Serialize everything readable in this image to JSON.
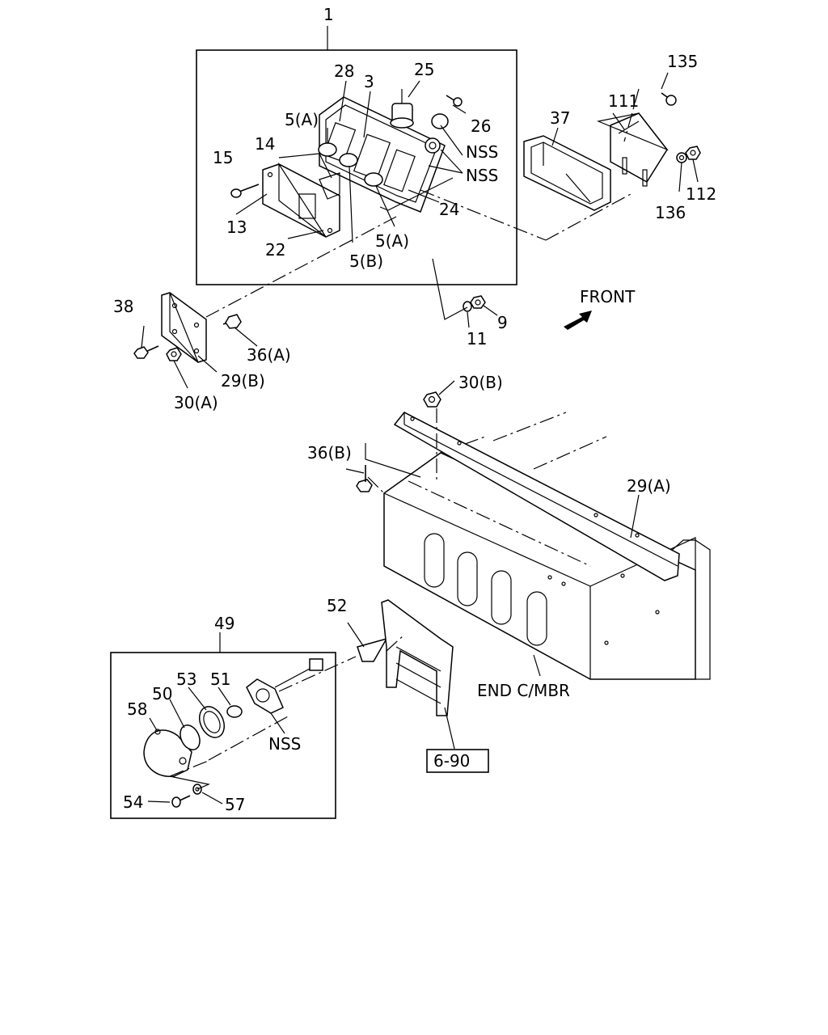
{
  "labels": {
    "l1": "1",
    "l28": "28",
    "l3": "3",
    "l25": "25",
    "l26": "26",
    "l5a_top": "5(A)",
    "l14": "14",
    "l15": "15",
    "l13": "13",
    "l22": "22",
    "l5b": "5(B)",
    "l5a_bot": "5(A)",
    "l24": "24",
    "nss1": "NSS",
    "nss2": "NSS",
    "l37": "37",
    "l111": "111",
    "l135": "135",
    "l136": "136",
    "l112": "112",
    "l38": "38",
    "l36a": "36(A)",
    "l29b": "29(B)",
    "l30a": "30(A)",
    "l11": "11",
    "l9": "9",
    "front": "FRONT",
    "l30b": "30(B)",
    "l36b": "36(B)",
    "l29a": "29(A)",
    "l52": "52",
    "l49": "49",
    "l53": "53",
    "l51": "51",
    "l50": "50",
    "l58": "58",
    "nss3": "NSS",
    "l54": "54",
    "l57": "57",
    "end_cmbr": "END C/MBR",
    "ref_690": "6-90"
  }
}
